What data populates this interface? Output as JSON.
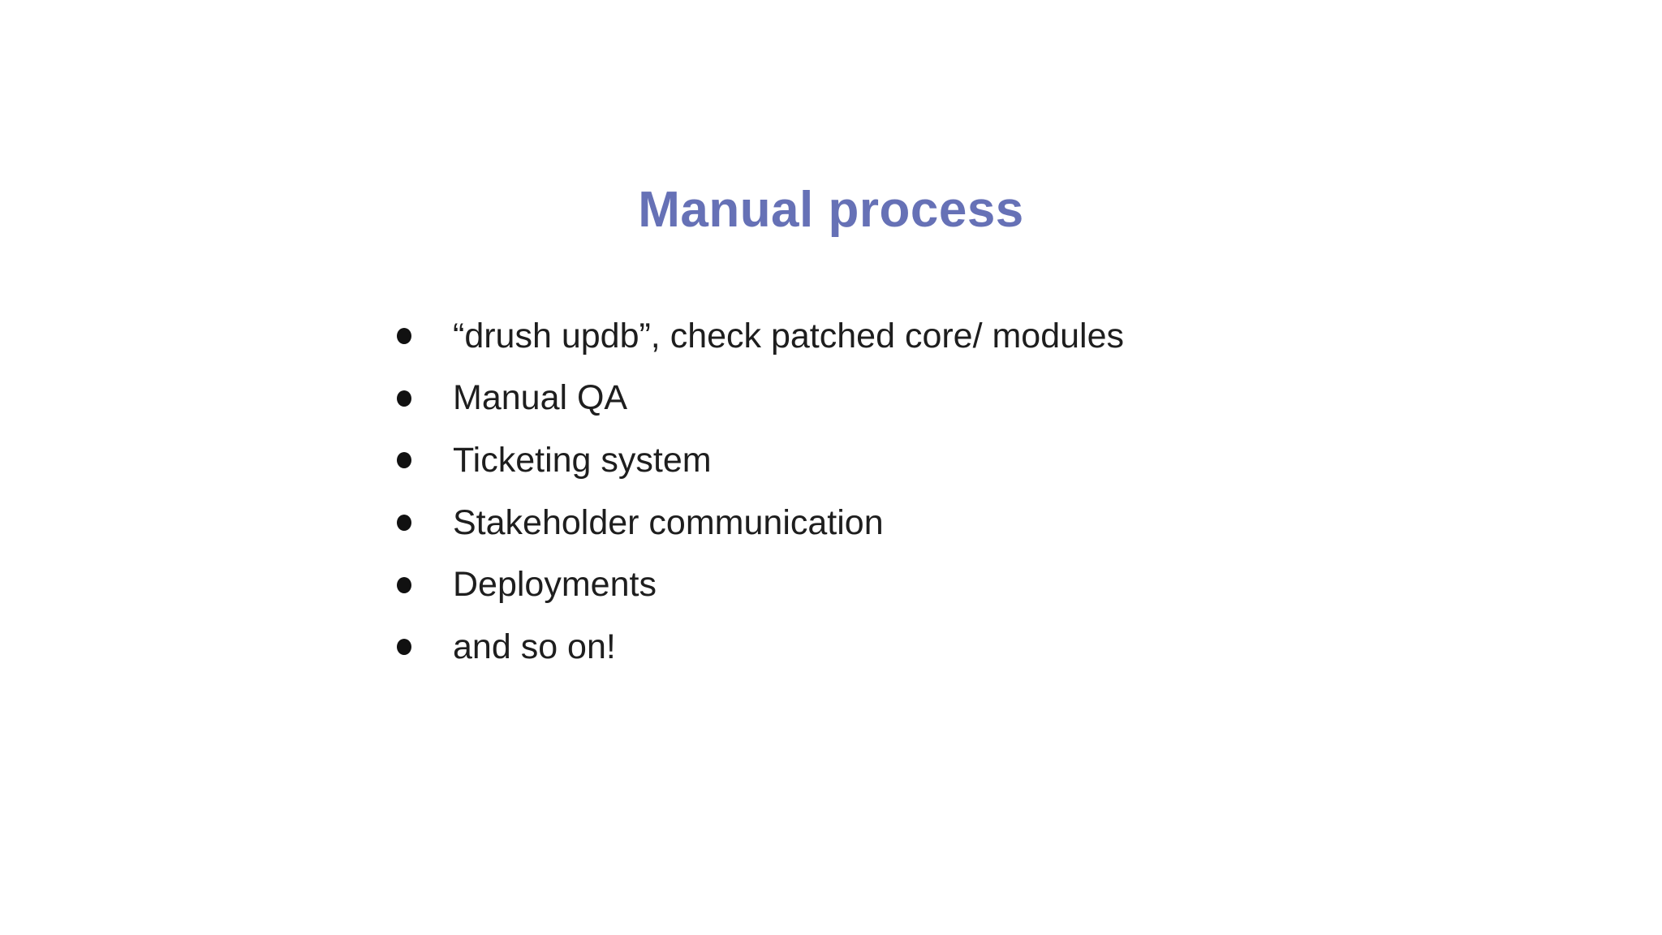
{
  "slide": {
    "title": "Manual process",
    "title_color": "#6671b6",
    "text_color": "#1e1e1e",
    "background_color": "#ffffff",
    "bullets": [
      "“drush updb”, check patched core/ modules",
      "Manual QA",
      "Ticketing system",
      "Stakeholder communication",
      "Deployments",
      "and so on!"
    ]
  }
}
